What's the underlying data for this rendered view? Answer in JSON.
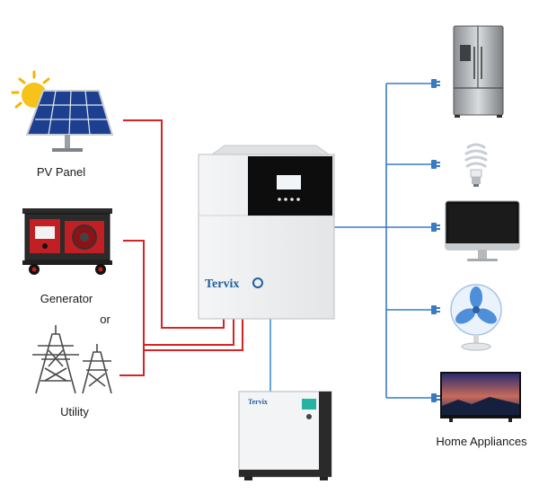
{
  "sources": {
    "pv_label": "PV Panel",
    "generator_label": "Generator",
    "or_label": "or",
    "utility_label": "Utility"
  },
  "inverter": {
    "brand": "Tervix"
  },
  "battery": {
    "brand": "Tervix"
  },
  "loads": {
    "label": "Home Appliances",
    "items": [
      "refrigerator",
      "light-bulb",
      "monitor",
      "fan",
      "television"
    ]
  },
  "colors": {
    "ac_input_line": "#d62424",
    "ac_output_line": "#3a7bc0",
    "battery_line": "#6aa3d8",
    "brand_blue": "#1f5f9e"
  }
}
